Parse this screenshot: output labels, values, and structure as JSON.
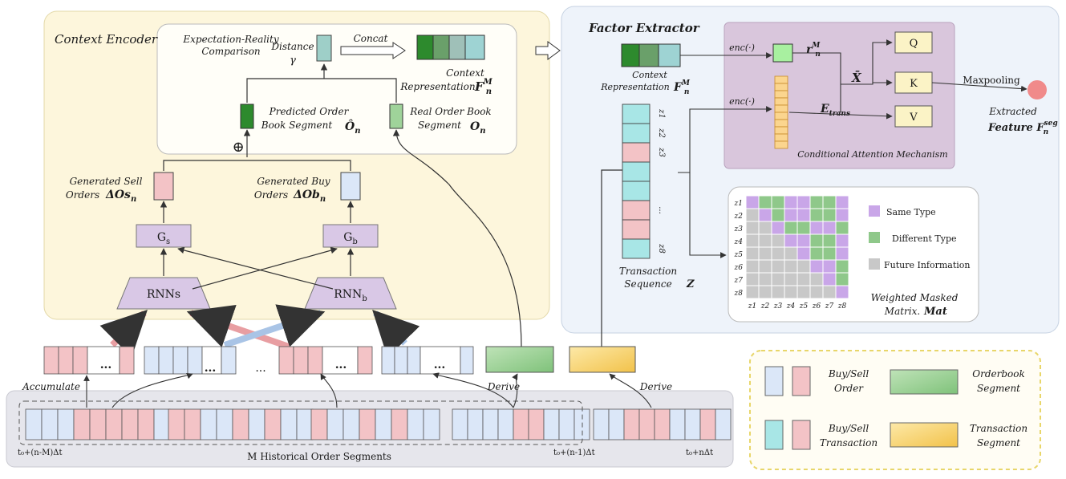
{
  "colors": {
    "buy": "#dbe7f8",
    "sell": "#f3c3c6",
    "transaction_buy": "#a8e6e6",
    "transaction_sell": "#f3c3c6",
    "orderbook": "#9fd39a",
    "transaction_segment": "#f6d77a",
    "encoder_bg": "#fdf6dc",
    "extractor_bg": "#eef3fa",
    "attention_bg": "#d9c6dc",
    "gen_box": "#d9c8e6",
    "qkv": "#fbf3c6",
    "same_type": "#c9a6e8",
    "different_type": "#8fc88a",
    "future_info": "#c8c8c8",
    "feature_dot": "#f08a8a"
  },
  "encoder": {
    "title": "Context Encoder",
    "comparison": [
      "Expectation-Reality",
      "Comparison"
    ],
    "distance": [
      "Distance",
      "γ"
    ],
    "concat": "Concat",
    "context_rep": [
      "Context",
      "Representation"
    ],
    "context_sym": "F",
    "context_sup": "M",
    "context_sub": "n",
    "predicted": [
      "Predicted Order",
      "Book Segment"
    ],
    "predicted_sym": "Ô",
    "predicted_sub": "n",
    "real": [
      "Real Order Book",
      "Segment"
    ],
    "real_sym": "O",
    "real_sub": "n",
    "oplus": "⊕",
    "gen_sell": [
      "Generated Sell",
      "Orders"
    ],
    "gen_sell_sym": "ΔOs",
    "gen_sell_sub": "n",
    "gen_buy": [
      "Generated Buy",
      "Orders"
    ],
    "gen_buy_sym": "ΔOb",
    "gen_buy_sub": "n",
    "gs": "G",
    "gs_sub": "s",
    "gb": "G",
    "gb_sub": "b",
    "rnns": "RNNs",
    "rnnb": "RNN",
    "rnnb_sub": "b"
  },
  "history": {
    "dots": "...",
    "accumulate": "Accumulate",
    "derive": "Derive",
    "label": "M Historical Order Segments",
    "t_start": "t₀+(n-M)Δt",
    "t_mid": "t₀+(n-1)Δt",
    "t_end": "t₀+nΔt"
  },
  "extractor": {
    "title": "Factor Extractor",
    "context_rep": [
      "Context",
      "Representation"
    ],
    "context_sym": "F",
    "context_sup": "M",
    "context_sub": "n",
    "enc1": "enc(·)",
    "enc2": "enc(·)",
    "r_sym": "r",
    "r_sup": "M",
    "r_sub": "n",
    "xbar": "X̄",
    "etrans": "E",
    "etrans_sub": "trans",
    "q": "Q",
    "k": "K",
    "v": "V",
    "attention": "Conditional Attention Mechanism",
    "maxpooling": "Maxpooling",
    "extracted": "Extracted",
    "feature_sym": "Feature F",
    "feature_sup": "seg",
    "feature_sub": "n",
    "seq_labels": [
      "z1",
      "z2",
      "z3",
      "...",
      "z8"
    ],
    "transaction_seq": [
      "Transaction",
      "Sequence"
    ],
    "transaction_sym": "Z",
    "row_labels": [
      "z1",
      "z2",
      "z3",
      "z4",
      "z5",
      "z6",
      "z7",
      "z8"
    ],
    "col_labels": [
      "z1",
      "z2",
      "z3",
      "z4",
      "z5",
      "z6",
      "z7",
      "z8"
    ],
    "legend_same": "Same Type",
    "legend_diff": "Different Type",
    "legend_future": "Future Information",
    "matrix_label": [
      "Weighted Masked",
      "Matrix."
    ],
    "matrix_sym": "Mat",
    "matrix": [
      [
        "s",
        "d",
        "d",
        "s",
        "s",
        "d",
        "d",
        "s"
      ],
      [
        "f",
        "s",
        "d",
        "s",
        "s",
        "d",
        "d",
        "s"
      ],
      [
        "f",
        "f",
        "s",
        "d",
        "d",
        "s",
        "s",
        "d"
      ],
      [
        "f",
        "f",
        "f",
        "s",
        "s",
        "d",
        "d",
        "s"
      ],
      [
        "f",
        "f",
        "f",
        "f",
        "s",
        "d",
        "d",
        "s"
      ],
      [
        "f",
        "f",
        "f",
        "f",
        "f",
        "s",
        "s",
        "d"
      ],
      [
        "f",
        "f",
        "f",
        "f",
        "f",
        "f",
        "s",
        "d"
      ],
      [
        "f",
        "f",
        "f",
        "f",
        "f",
        "f",
        "f",
        "s"
      ]
    ]
  },
  "legend": {
    "buysell_order": [
      "Buy/Sell",
      "Order"
    ],
    "orderbook_segment": [
      "Orderbook",
      "Segment"
    ],
    "buysell_transaction": [
      "Buy/Sell",
      "Transaction"
    ],
    "transaction_segment": [
      "Transaction",
      "Segment"
    ]
  }
}
